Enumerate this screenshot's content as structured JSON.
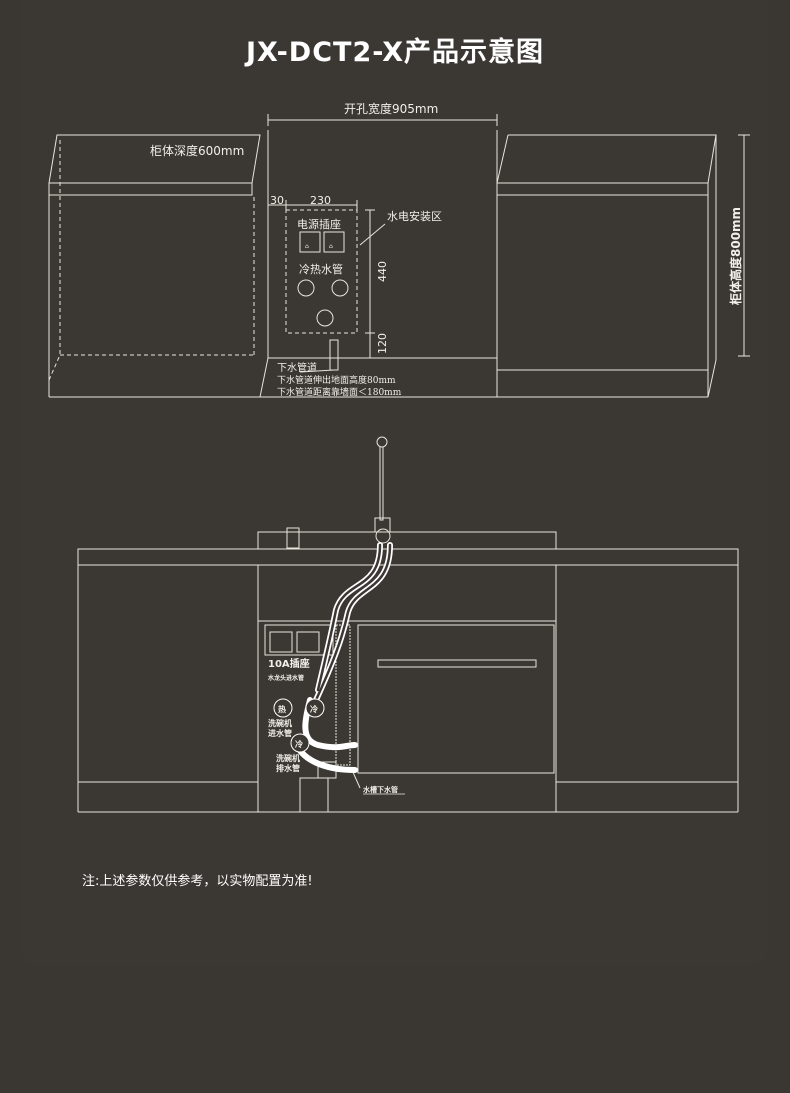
{
  "title": "JX-DCT2-X产品示意图",
  "top_diagram": {
    "opening_width": "开孔宽度905mm",
    "cabinet_depth": "柜体深度600mm",
    "cabinet_height": "柜体高度800mm",
    "dim_30": "30",
    "dim_230": "230",
    "dim_440": "440",
    "dim_120": "120",
    "utility_area": "水电安装区",
    "power_socket": "电源插座",
    "hot_cold_pipes": "冷热水管",
    "drain_title": "下水管道",
    "drain_note1": "下水管道伸出地面高度80mm",
    "drain_note2": "下水管道距离靠墙面＜180mm"
  },
  "bottom_diagram": {
    "socket_label": "10A插座",
    "faucet_inlet": "水龙头进水管",
    "hot_badge": "热",
    "cold_badge": "冷",
    "cold_badge2": "冷",
    "dw_inlet_1": "洗碗机",
    "dw_inlet_2": "进水管",
    "dw_drain_1": "洗碗机",
    "dw_drain_2": "排水管",
    "sink_drain": "水槽下水管"
  },
  "note": "注:上述参数仅供参考，以实物配置为准!",
  "colors": {
    "background": "#3a3631",
    "line": "#e8e4dc",
    "hose": "#ffffff"
  }
}
